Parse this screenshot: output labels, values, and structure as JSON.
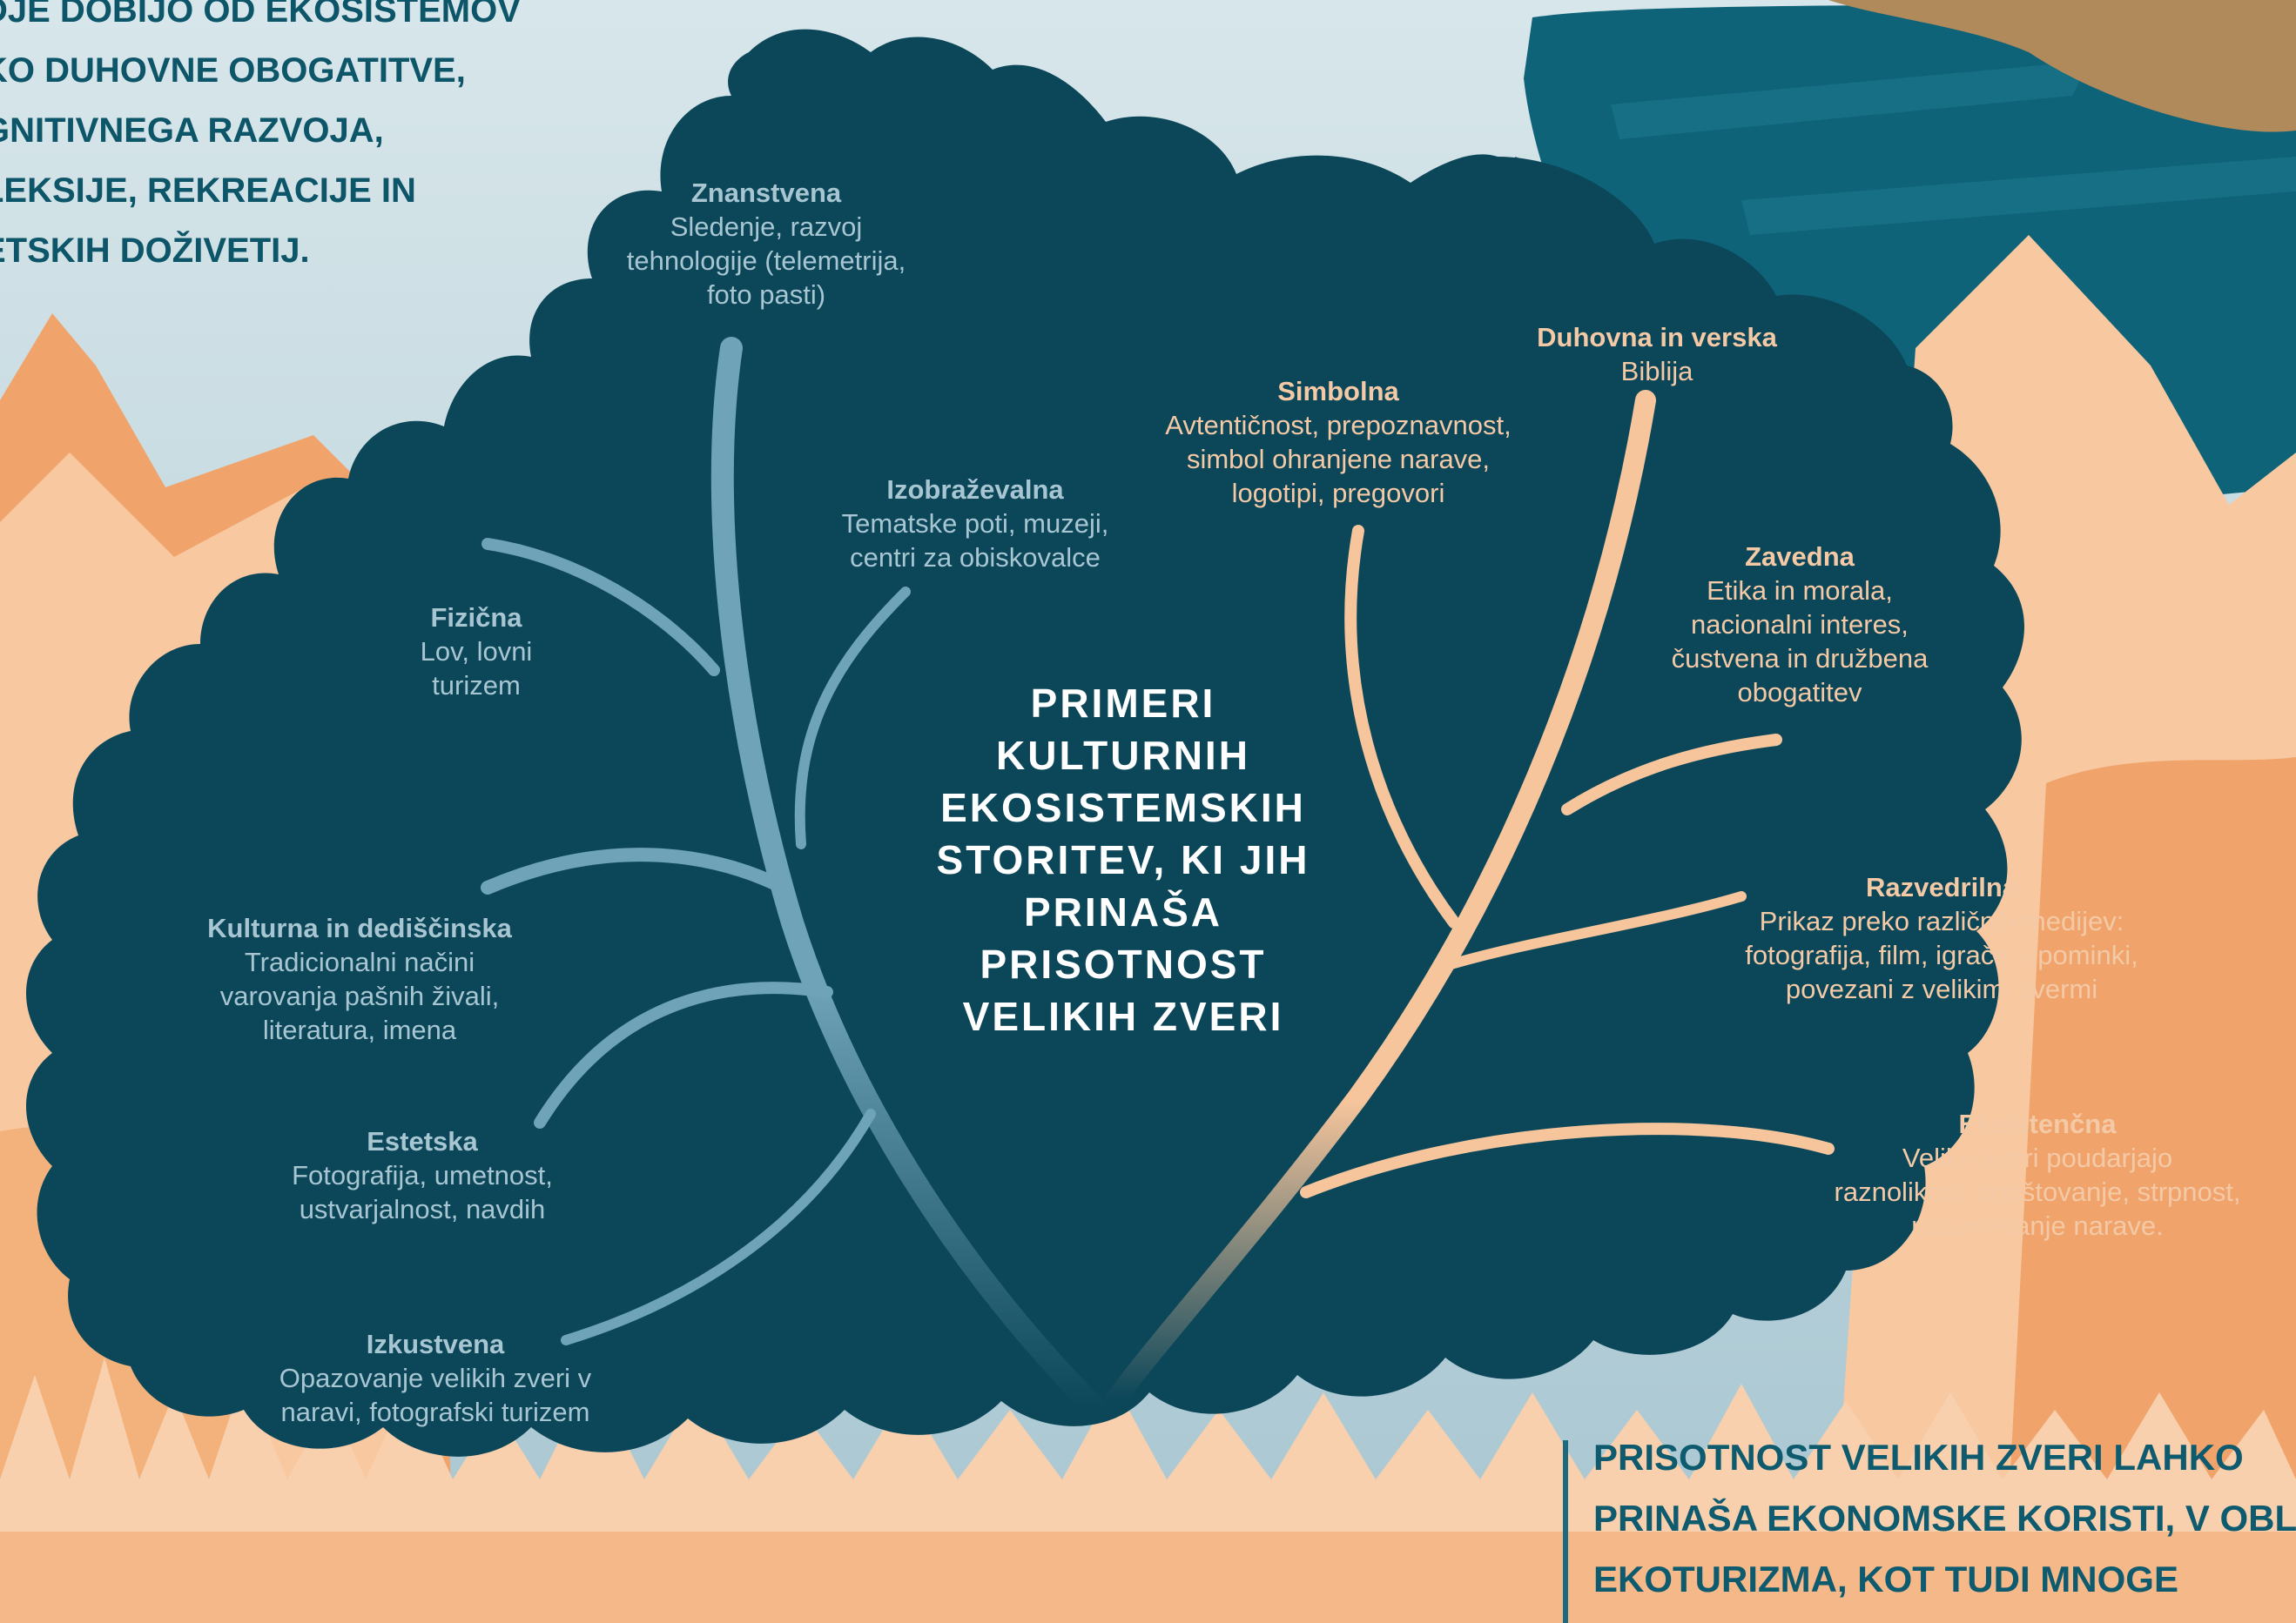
{
  "header_top": {
    "lines": [
      "DJE DOBIJO OD EKOSISTEMOV",
      "KO DUHOVNE OBOGATITVE,",
      "GNITIVNEGA RAZVOJA,",
      "LEKSIJE, REKREACIJE IN",
      "ETSKIH DOŽIVETIJ."
    ]
  },
  "center_title": {
    "lines": [
      "PRIMERI",
      "KULTURNIH",
      "EKOSISTEMSKIH",
      "STORITEV, KI JIH",
      "PRINAŠA",
      "PRISOTNOST",
      "VELIKIH ZVERI"
    ]
  },
  "left_categories": [
    {
      "title": "Znanstvena",
      "desc": "Sledenje, razvoj\ntehnologije (telemetrija,\nfoto pasti)"
    },
    {
      "title": "Izobraževalna",
      "desc": "Tematske poti, muzeji,\ncentri za obiskovalce"
    },
    {
      "title": "Fizična",
      "desc": "Lov, lovni\nturizem"
    },
    {
      "title": "Kulturna in dediščinska",
      "desc": "Tradicionalni načini\nvarovanja pašnih živali,\nliteratura, imena"
    },
    {
      "title": "Estetska",
      "desc": "Fotografija, umetnost,\nustvarjalnost, navdih"
    },
    {
      "title": "Izkustvena",
      "desc": "Opazovanje velikih zveri v\nnaravi, fotografski turizem"
    }
  ],
  "right_categories": [
    {
      "title": "Duhovna in verska",
      "desc": "Biblija"
    },
    {
      "title": "Simbolna",
      "desc": "Avtentičnost, prepoznavnost,\nsimbol ohranjene narave,\nlogotipi, pregovori"
    },
    {
      "title": "Zavedna",
      "desc": "Etika in morala,\nnacionalni interes,\nčustvena in družbena\nobogatitev"
    },
    {
      "title": "Razvedrilna",
      "desc": "Prikaz preko različnih medijev:\nfotografija, film, igrače, spominki,\npovezani z velikimi zvermi"
    },
    {
      "title": "Eksistenčna",
      "desc": "Velike zveri poudarjajo\nraznolikost, spoštovanje, strpnost,\nrazumevanje narave."
    }
  ],
  "header_bottom": {
    "lines": [
      "PRISOTNOST VELIKIH ZVERI LAHKO",
      "PRINAŠA EKONOMSKE KORISTI, V OBLI",
      "EKOTURIZMA, KOT TUDI MNOGE"
    ]
  },
  "colors": {
    "canopy": "#0b4659",
    "cool_branch": "#6fa3b7",
    "warm_branch": "#f6c59c",
    "mountain": "#f0a46c",
    "sea": "#0e6378"
  }
}
